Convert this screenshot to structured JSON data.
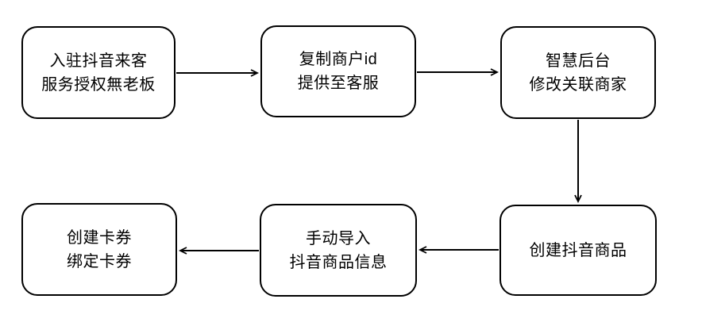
{
  "diagram": {
    "type": "flowchart",
    "background_color": "#ffffff",
    "stroke_color": "#000000",
    "nodes": [
      {
        "id": "join-douyin-laike-auth",
        "lines": [
          "入驻抖音来客",
          "服务授权無老板"
        ]
      },
      {
        "id": "copy-merchant-id",
        "lines": [
          "复制商户id",
          "提供至客服"
        ]
      },
      {
        "id": "smart-backend-modify",
        "lines": [
          "智慧后台",
          "修改关联商家"
        ]
      },
      {
        "id": "create-douyin-product",
        "lines": [
          "创建抖音商品"
        ]
      },
      {
        "id": "manual-import-product",
        "lines": [
          "手动导入",
          "抖音商品信息"
        ]
      },
      {
        "id": "create-bind-coupon",
        "lines": [
          "创建卡券",
          "绑定卡券"
        ]
      }
    ],
    "edges": [
      {
        "from": "join-douyin-laike-auth",
        "to": "copy-merchant-id",
        "direction": "right"
      },
      {
        "from": "copy-merchant-id",
        "to": "smart-backend-modify",
        "direction": "right"
      },
      {
        "from": "smart-backend-modify",
        "to": "create-douyin-product",
        "direction": "down"
      },
      {
        "from": "create-douyin-product",
        "to": "manual-import-product",
        "direction": "left"
      },
      {
        "from": "manual-import-product",
        "to": "create-bind-coupon",
        "direction": "left"
      }
    ]
  }
}
